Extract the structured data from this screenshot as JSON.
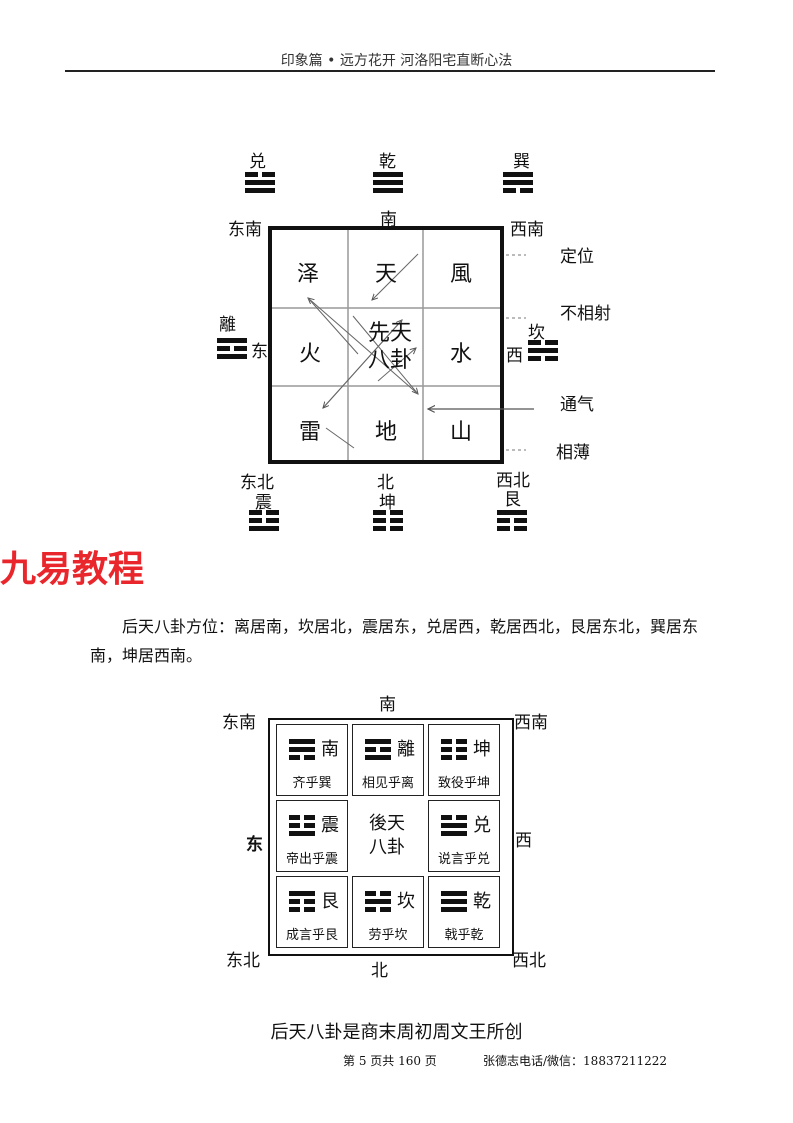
{
  "header": "印象篇 • 远方花开  河洛阳宅直断心法",
  "diagram1": {
    "top_trigrams": [
      {
        "name": "兑",
        "lines": [
          0,
          1,
          1
        ]
      },
      {
        "name": "乾",
        "lines": [
          1,
          1,
          1
        ]
      },
      {
        "name": "巽",
        "lines": [
          1,
          1,
          0
        ]
      }
    ],
    "left_trigram": {
      "name": "離",
      "lines": [
        1,
        0,
        1
      ]
    },
    "right_trigram": {
      "name": "坎",
      "lines": [
        0,
        1,
        0
      ]
    },
    "bottom_trigrams": [
      {
        "name": "震",
        "lines": [
          0,
          0,
          1
        ]
      },
      {
        "name": "坤",
        "lines": [
          0,
          0,
          0
        ]
      },
      {
        "name": "艮",
        "lines": [
          1,
          0,
          0
        ]
      }
    ],
    "dirs": {
      "se": "东南",
      "s": "南",
      "sw": "西南",
      "e": "东",
      "w": "西",
      "ne": "东北",
      "n": "北",
      "nw": "西北"
    },
    "cells": [
      "泽",
      "天",
      "風",
      "火",
      "先天\n八卦",
      "水",
      "雷",
      "地",
      "山"
    ],
    "notes": [
      "定位",
      "不相射",
      "通气",
      "相薄"
    ]
  },
  "brand": "九易教程",
  "paragraph": "后天八卦方位：离居南，坎居北，震居东，兑居西，乾居西北，艮居东北，巽居东南，坤居西南。",
  "diagram2": {
    "dirs": {
      "s": "南",
      "se": "东南",
      "sw": "西南",
      "e": "东",
      "w": "西",
      "ne": "东北",
      "n": "北",
      "nw": "西北"
    },
    "cells": [
      {
        "name": "南",
        "phrase": "齐乎巽",
        "lines": [
          1,
          1,
          0
        ]
      },
      {
        "name": "離",
        "phrase": "相见乎离",
        "lines": [
          1,
          0,
          1
        ]
      },
      {
        "name": "坤",
        "phrase": "致役乎坤",
        "lines": [
          0,
          0,
          0
        ]
      },
      {
        "name": "震",
        "phrase": "帝出乎震",
        "lines": [
          0,
          0,
          1
        ]
      },
      {
        "name": "後天\n八卦",
        "phrase": "",
        "lines": []
      },
      {
        "name": "兑",
        "phrase": "说言乎兑",
        "lines": [
          0,
          1,
          1
        ]
      },
      {
        "name": "艮",
        "phrase": "成言乎艮",
        "lines": [
          1,
          0,
          0
        ]
      },
      {
        "name": "坎",
        "phrase": "劳乎坎",
        "lines": [
          0,
          1,
          0
        ]
      },
      {
        "name": "乾",
        "phrase": "戟乎乾",
        "lines": [
          1,
          1,
          1
        ]
      }
    ]
  },
  "caption": "后天八卦是商末周初周文王所创",
  "footer": {
    "page": "第 5 页共 160 页",
    "contact": "张德志电话/微信：18837211222"
  }
}
